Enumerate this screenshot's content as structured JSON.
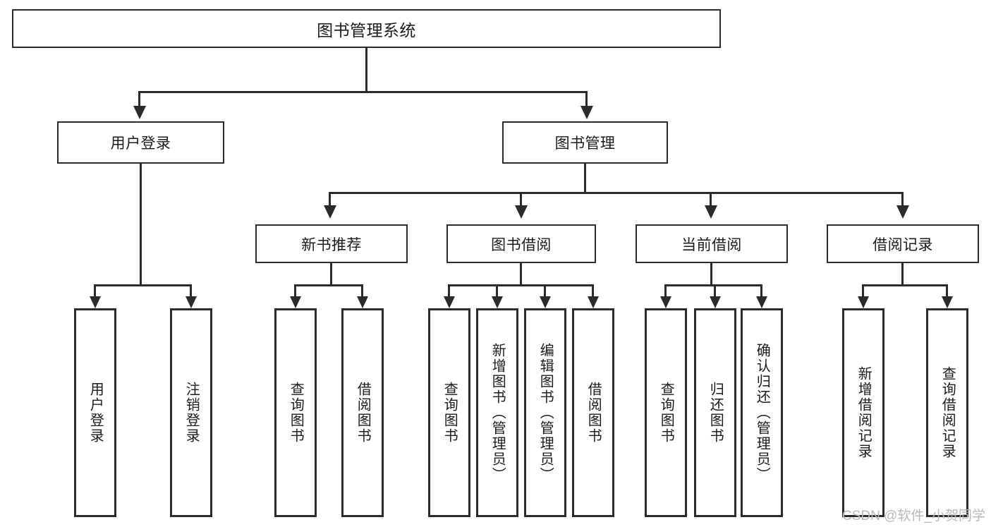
{
  "diagram": {
    "type": "tree-hierarchy",
    "title": "图书管理系统",
    "watermark": "CSDN @软件_小贺同学",
    "colors": {
      "stroke": "#2b2b2b",
      "fill": "#ffffff",
      "text": "#1b1b1b",
      "watermark": "#b9b9b9"
    },
    "root": {
      "label": "图书管理系统"
    },
    "level2": [
      {
        "label": "用户登录"
      },
      {
        "label": "图书管理"
      }
    ],
    "level3": [
      {
        "label": "新书推荐"
      },
      {
        "label": "图书借阅"
      },
      {
        "label": "当前借阅"
      },
      {
        "label": "借阅记录"
      }
    ],
    "leaves": {
      "user_login": [
        {
          "label": "用户登录"
        },
        {
          "label": "注销登录"
        }
      ],
      "new_book_recommend": [
        {
          "label": "查询图书"
        },
        {
          "label": "借阅图书"
        }
      ],
      "book_borrow": [
        {
          "label": "查询图书"
        },
        {
          "label": "新增图书（管理员）"
        },
        {
          "label": "编辑图书（管理员）"
        },
        {
          "label": "借阅图书"
        }
      ],
      "current_borrow": [
        {
          "label": "查询图书"
        },
        {
          "label": "归还图书"
        },
        {
          "label": "确认归还（管理员）"
        }
      ],
      "borrow_record": [
        {
          "label": "新增借阅记录"
        },
        {
          "label": "查询借阅记录"
        }
      ]
    }
  }
}
